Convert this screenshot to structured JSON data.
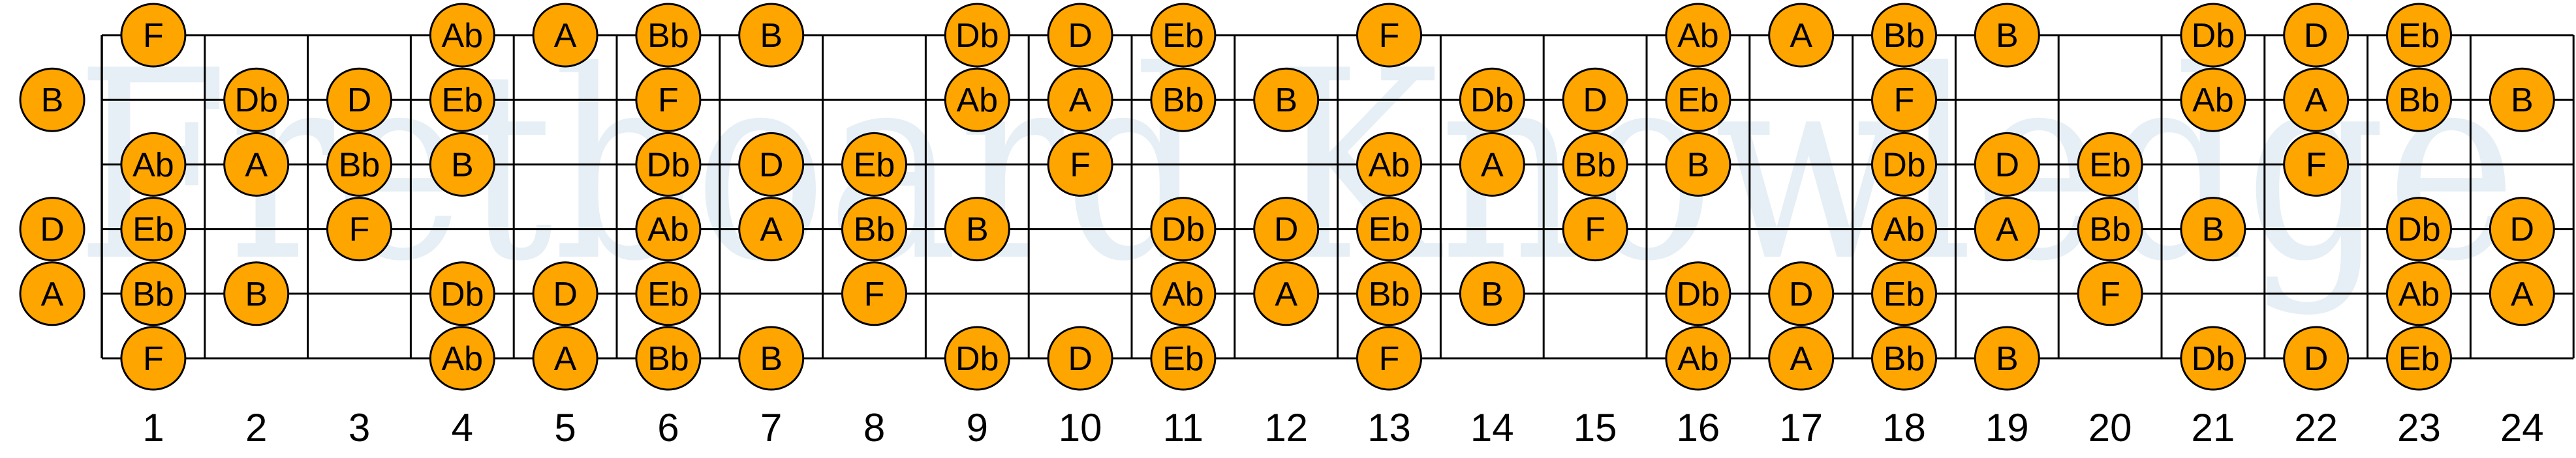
{
  "watermark": "Fretboard Knowledge",
  "colors": {
    "note_fill": "#FFA500",
    "line": "#000000",
    "watermark": "#e6eff5"
  },
  "fret_numbers": [
    "1",
    "2",
    "3",
    "4",
    "5",
    "6",
    "7",
    "8",
    "9",
    "10",
    "11",
    "12",
    "13",
    "14",
    "15",
    "16",
    "17",
    "18",
    "19",
    "20",
    "21",
    "22",
    "23",
    "24"
  ],
  "strings": [
    {
      "name": "high-e",
      "notes": [
        [
          1,
          "F"
        ],
        [
          4,
          "Ab"
        ],
        [
          5,
          "A"
        ],
        [
          6,
          "Bb"
        ],
        [
          7,
          "B"
        ],
        [
          9,
          "Db"
        ],
        [
          10,
          "D"
        ],
        [
          11,
          "Eb"
        ],
        [
          13,
          "F"
        ],
        [
          16,
          "Ab"
        ],
        [
          17,
          "A"
        ],
        [
          18,
          "Bb"
        ],
        [
          19,
          "B"
        ],
        [
          21,
          "Db"
        ],
        [
          22,
          "D"
        ],
        [
          23,
          "Eb"
        ]
      ]
    },
    {
      "name": "b",
      "notes": [
        [
          0,
          "B"
        ],
        [
          2,
          "Db"
        ],
        [
          3,
          "D"
        ],
        [
          4,
          "Eb"
        ],
        [
          6,
          "F"
        ],
        [
          9,
          "Ab"
        ],
        [
          10,
          "A"
        ],
        [
          11,
          "Bb"
        ],
        [
          12,
          "B"
        ],
        [
          14,
          "Db"
        ],
        [
          15,
          "D"
        ],
        [
          16,
          "Eb"
        ],
        [
          18,
          "F"
        ],
        [
          21,
          "Ab"
        ],
        [
          22,
          "A"
        ],
        [
          23,
          "Bb"
        ],
        [
          24,
          "B"
        ]
      ]
    },
    {
      "name": "g",
      "notes": [
        [
          1,
          "Ab"
        ],
        [
          2,
          "A"
        ],
        [
          3,
          "Bb"
        ],
        [
          4,
          "B"
        ],
        [
          6,
          "Db"
        ],
        [
          7,
          "D"
        ],
        [
          8,
          "Eb"
        ],
        [
          10,
          "F"
        ],
        [
          13,
          "Ab"
        ],
        [
          14,
          "A"
        ],
        [
          15,
          "Bb"
        ],
        [
          16,
          "B"
        ],
        [
          18,
          "Db"
        ],
        [
          19,
          "D"
        ],
        [
          20,
          "Eb"
        ],
        [
          22,
          "F"
        ]
      ]
    },
    {
      "name": "d",
      "notes": [
        [
          0,
          "D"
        ],
        [
          1,
          "Eb"
        ],
        [
          3,
          "F"
        ],
        [
          6,
          "Ab"
        ],
        [
          7,
          "A"
        ],
        [
          8,
          "Bb"
        ],
        [
          9,
          "B"
        ],
        [
          11,
          "Db"
        ],
        [
          12,
          "D"
        ],
        [
          13,
          "Eb"
        ],
        [
          15,
          "F"
        ],
        [
          18,
          "Ab"
        ],
        [
          19,
          "A"
        ],
        [
          20,
          "Bb"
        ],
        [
          21,
          "B"
        ],
        [
          23,
          "Db"
        ],
        [
          24,
          "D"
        ]
      ]
    },
    {
      "name": "a",
      "notes": [
        [
          0,
          "A"
        ],
        [
          1,
          "Bb"
        ],
        [
          2,
          "B"
        ],
        [
          4,
          "Db"
        ],
        [
          5,
          "D"
        ],
        [
          6,
          "Eb"
        ],
        [
          8,
          "F"
        ],
        [
          11,
          "Ab"
        ],
        [
          12,
          "A"
        ],
        [
          13,
          "Bb"
        ],
        [
          14,
          "B"
        ],
        [
          16,
          "Db"
        ],
        [
          17,
          "D"
        ],
        [
          18,
          "Eb"
        ],
        [
          20,
          "F"
        ],
        [
          23,
          "Ab"
        ],
        [
          24,
          "A"
        ]
      ]
    },
    {
      "name": "low-e",
      "notes": [
        [
          1,
          "F"
        ],
        [
          4,
          "Ab"
        ],
        [
          5,
          "A"
        ],
        [
          6,
          "Bb"
        ],
        [
          7,
          "B"
        ],
        [
          9,
          "Db"
        ],
        [
          10,
          "D"
        ],
        [
          11,
          "Eb"
        ],
        [
          13,
          "F"
        ],
        [
          16,
          "Ab"
        ],
        [
          17,
          "A"
        ],
        [
          18,
          "Bb"
        ],
        [
          19,
          "B"
        ],
        [
          21,
          "Db"
        ],
        [
          22,
          "D"
        ],
        [
          23,
          "Eb"
        ]
      ]
    }
  ]
}
